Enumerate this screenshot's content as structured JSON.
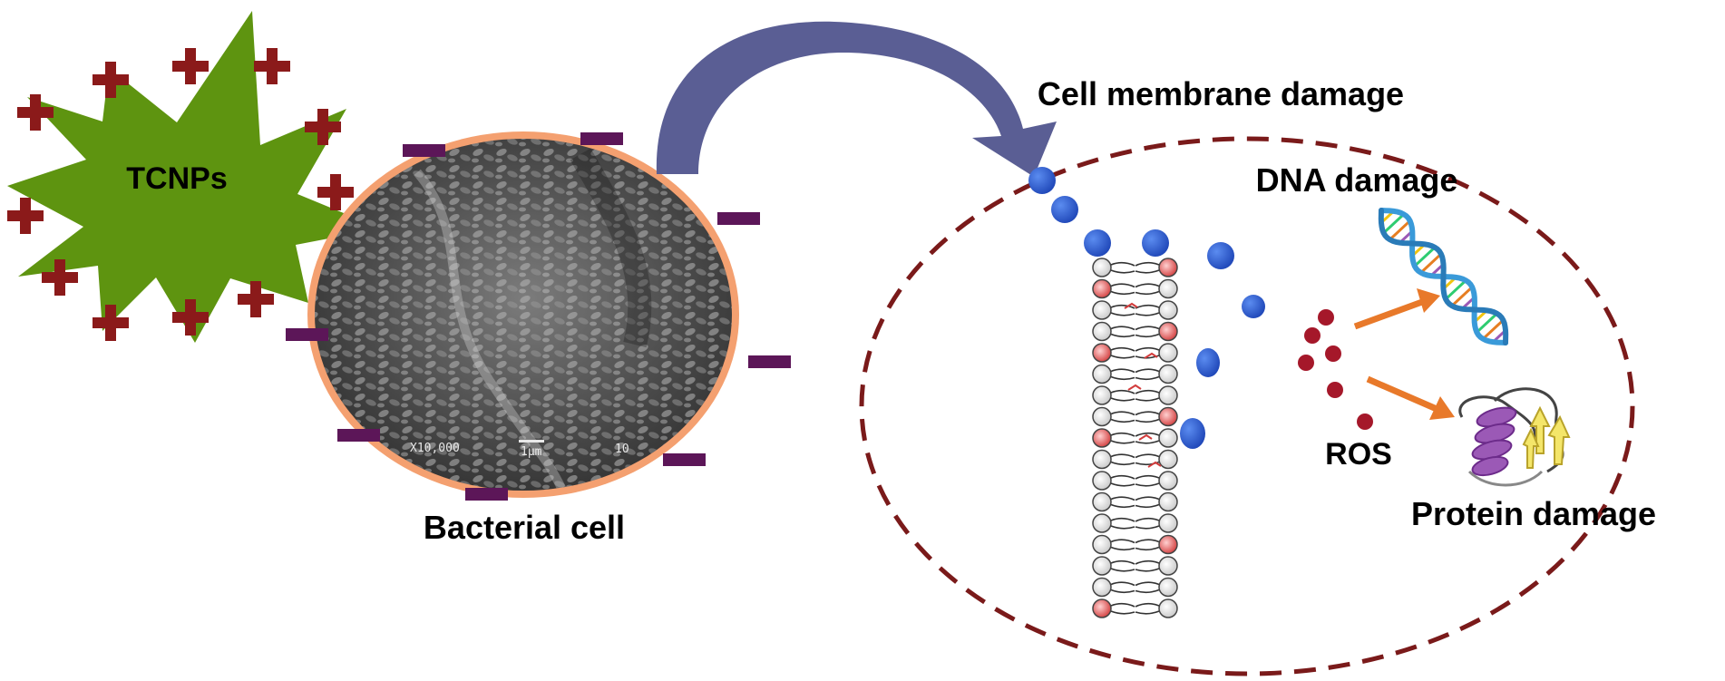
{
  "labels": {
    "tcnps": "TCNPs",
    "bacterial_cell": "Bacterial cell",
    "cell_membrane_damage": "Cell membrane damage",
    "dna_damage": "DNA damage",
    "ros": "ROS",
    "protein_damage": "Protein damage"
  },
  "micrograph": {
    "magnification": "X10,000",
    "scale_bar": "1μm",
    "extra": "10"
  },
  "colors": {
    "star_fill": "#5e9410",
    "positive_charge": "#8b1a1a",
    "negative_charge": "#5c1658",
    "cell_outline": "#f4a070",
    "arrow_fill": "#5a5e94",
    "nanoparticle": "#2a5bd0",
    "ros_dot": "#a5182a",
    "ellipse_dash": "#7a1a1a",
    "orange_arrow": "#e8792a"
  }
}
